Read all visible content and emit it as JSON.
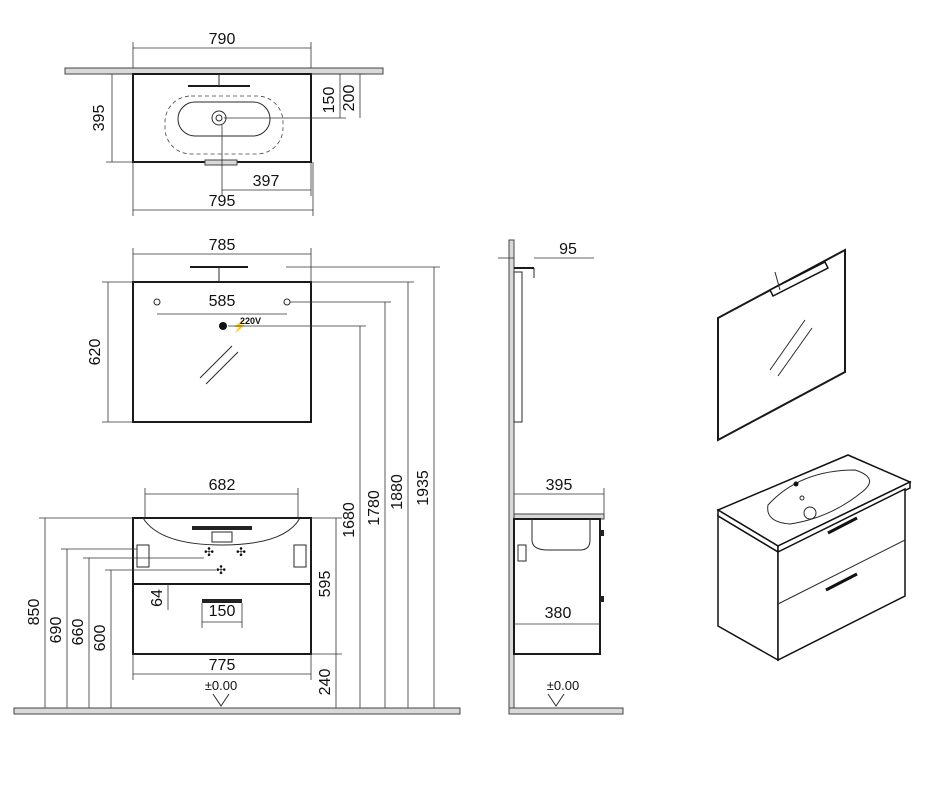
{
  "dimensions": {
    "top_width_790": "790",
    "top_depth_395": "395",
    "top_150": "150",
    "top_200": "200",
    "top_397": "397",
    "top_795": "795",
    "mirror_width_785": "785",
    "mirror_585": "585",
    "mirror_height_620": "620",
    "power_label": "220V",
    "cab_682": "682",
    "cab_595": "595",
    "cab_64": "64",
    "cab_150": "150",
    "cab_775": "775",
    "cab_240": "240",
    "h_850": "850",
    "h_690": "690",
    "h_660": "660",
    "h_600": "600",
    "h_1680": "1680",
    "h_1780": "1780",
    "h_1880": "1880",
    "h_1935": "1935",
    "floor_level_front": "±0.00",
    "side_95": "95",
    "side_395": "395",
    "side_380": "380",
    "floor_level_side": "±0.00"
  }
}
